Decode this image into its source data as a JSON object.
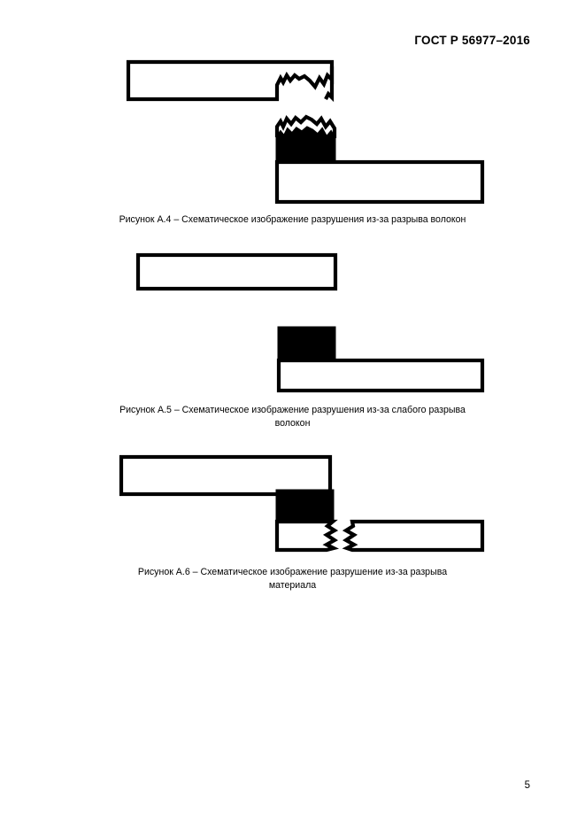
{
  "document": {
    "standard_header": "ГОСТ Р 56977–2016",
    "page_number": "5"
  },
  "figures": [
    {
      "id": "figure-a4",
      "caption_lines": [
        "Рисунок А.4 – Схематическое изображение разрушения из-за разрыва волокон"
      ],
      "caption_full": "Рисунок А.4 – Схематическое изображение разрушения из-за разрыва волокон",
      "description": "Верхняя планка с рваным (зубчатым) правым краем и нижняя планка с чёрным блоком, имеющим зубчатую верхнюю кромку"
    },
    {
      "id": "figure-a5",
      "caption_lines": [
        "Рисунок А.5 – Схематическое изображение разрушения из-за слабого разрыва",
        "волокон"
      ],
      "caption_full": "Рисунок А.5 – Схематическое изображение разрушения из-за слабого разрыва волокон",
      "description": "Верхняя планка с ровными краями и нижняя планка с ровным чёрным блоком"
    },
    {
      "id": "figure-a6",
      "caption_lines": [
        "Рисунок А.6 – Схематическое изображение разрушение из-за разрыва",
        "материала"
      ],
      "caption_full": "Рисунок А.6 – Схематическое изображение разрушение из-за разрыва материала",
      "description": "Верхняя планка с чёрным блоком снизу справа и две нижние планки с встречными зубчатыми краями разрыва"
    }
  ],
  "colors": {
    "ink": "#000000",
    "paper": "#ffffff"
  }
}
